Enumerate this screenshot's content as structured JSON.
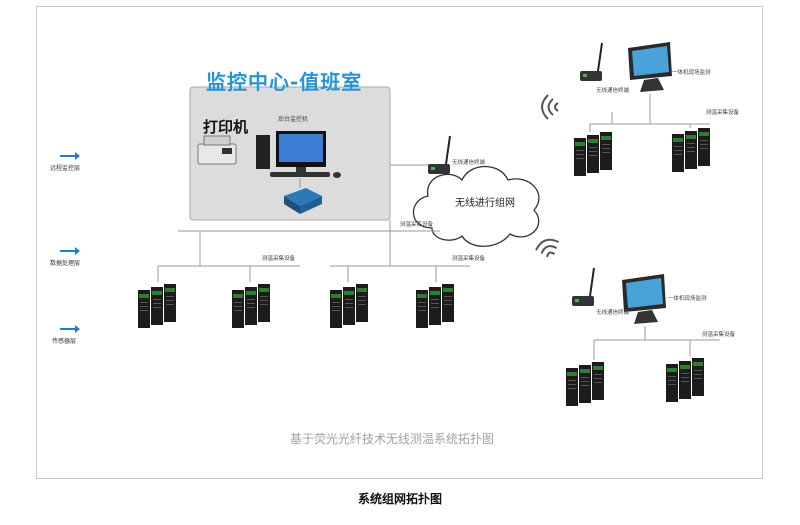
{
  "diagram": {
    "center_title": "监控中心-值班室",
    "printer_label": "打印机",
    "backend_monitor_label": "后台监控机",
    "cloud_label": "无线进行组网",
    "layers": {
      "remote": "远程监控层",
      "data": "数据处理层",
      "sensor": "传感器层"
    },
    "gateway_label": "无线通信终端",
    "collector_label": "测温采集设备",
    "panel_label": "一体机现场监测",
    "bottom_title": "基于荧光光纤技术无线测温系统拓扑图"
  },
  "caption": "系统组网拓扑图"
}
